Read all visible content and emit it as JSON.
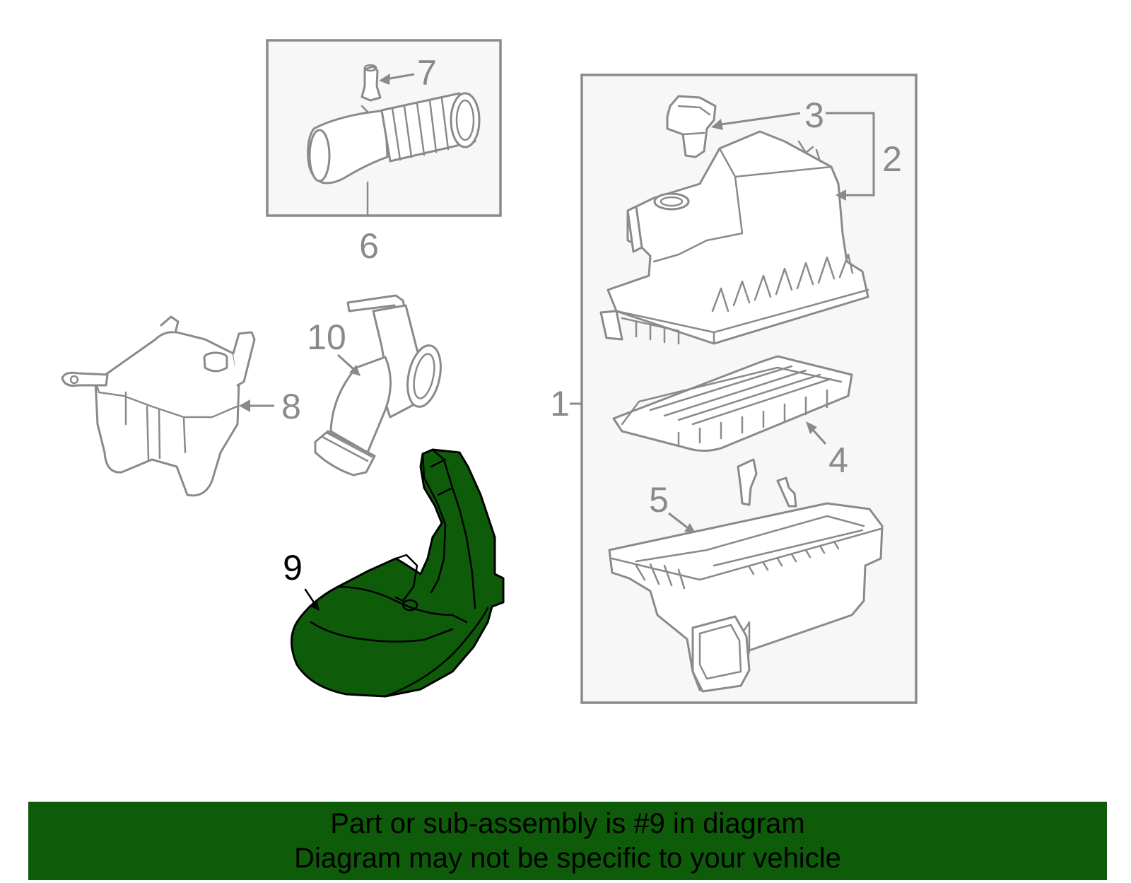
{
  "callouts": {
    "c1": "1",
    "c2": "2",
    "c3": "3",
    "c4": "4",
    "c5": "5",
    "c6": "6",
    "c7": "7",
    "c8": "8",
    "c9": "9",
    "c10": "10"
  },
  "highlighted_part": "9",
  "colors": {
    "highlight": "#0e5c0a",
    "linework": "#8a8a8a",
    "box_fill": "#f7f7f7"
  },
  "banner": {
    "line1": "Part or sub-assembly is #9 in diagram",
    "line2": "Diagram may not be specific to your vehicle"
  }
}
